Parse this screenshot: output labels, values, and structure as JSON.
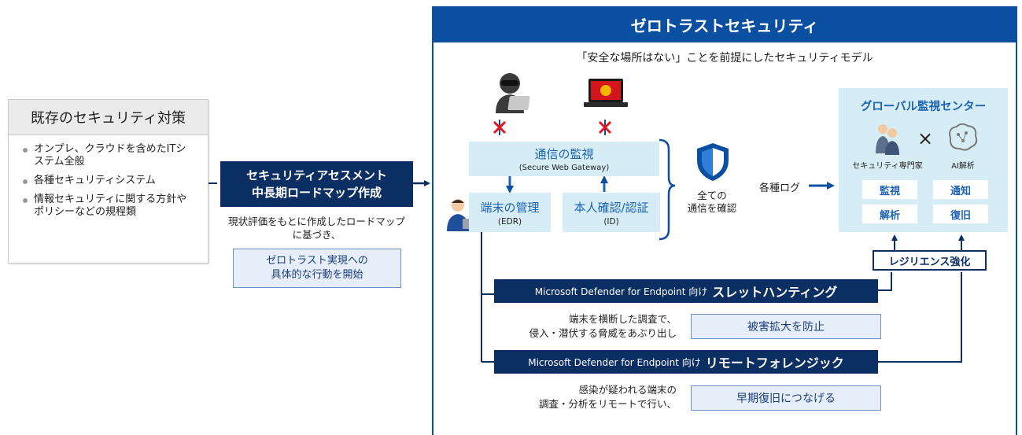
{
  "existing": {
    "title": "既存のセキュリティ対策",
    "items": [
      "オンプレ、クラウドを含めたITシステム全般",
      "各種セキュリティシステム",
      "情報セキュリティに関する方針やポリシーなどの規程類"
    ]
  },
  "assessment": {
    "title_line1": "セキュリティアセスメント",
    "title_line2": "中長期ロードマップ作成",
    "desc": "現状評価をもとに作成したロードマップに基づき、",
    "action_line1": "ゼロトラスト実現への",
    "action_line2": "具体的な行動を開始"
  },
  "zero_trust": {
    "title": "ゼロトラストセキュリティ",
    "subtitle": "「安全な場所はない」ことを前提にしたセキュリティモデル",
    "comm_monitor": {
      "title": "通信の監視",
      "sub": "(Secure Web Gateway)"
    },
    "edr": {
      "title": "端末の管理",
      "sub": "(EDR)"
    },
    "id_auth": {
      "title": "本人確認/認証",
      "sub": "(ID)"
    },
    "all_comm_line1": "全ての",
    "all_comm_line2": "通信を確認",
    "logs_label": "各種ログ"
  },
  "gmc": {
    "title": "グローバル監視センター",
    "expert": "セキュリティ専門家",
    "times": "×",
    "ai": "AI解析",
    "chips": [
      "監視",
      "通知",
      "解析",
      "復旧"
    ]
  },
  "resilience": "レジリエンス強化",
  "threat_hunting": {
    "prefix": "Microsoft Defender for Endpoint 向け",
    "title": "スレットハンティング",
    "desc_line1": "端末を横断した調査で、",
    "desc_line2": "侵入・潜伏する脅威をあぶり出し",
    "outcome": "被害拡大を防止"
  },
  "forensics": {
    "prefix": "Microsoft Defender for Endpoint 向け",
    "title": "リモートフォレンジック",
    "desc_line1": "感染が疑われる端末の",
    "desc_line2": "調査・分析をリモートで行い、",
    "outcome": "早期復旧につなげる"
  },
  "colors": {
    "navy": "#0b2f63",
    "blue": "#0b4fa0",
    "light_blue": "#d6edf6",
    "text_blue": "#1c63b5",
    "red": "#e3181f"
  },
  "icons": [
    "hacker-icon",
    "infected-laptop-icon",
    "blocked-x-icon",
    "user-with-laptop-icon",
    "shield-icon",
    "experts-icon",
    "ai-brain-icon"
  ]
}
